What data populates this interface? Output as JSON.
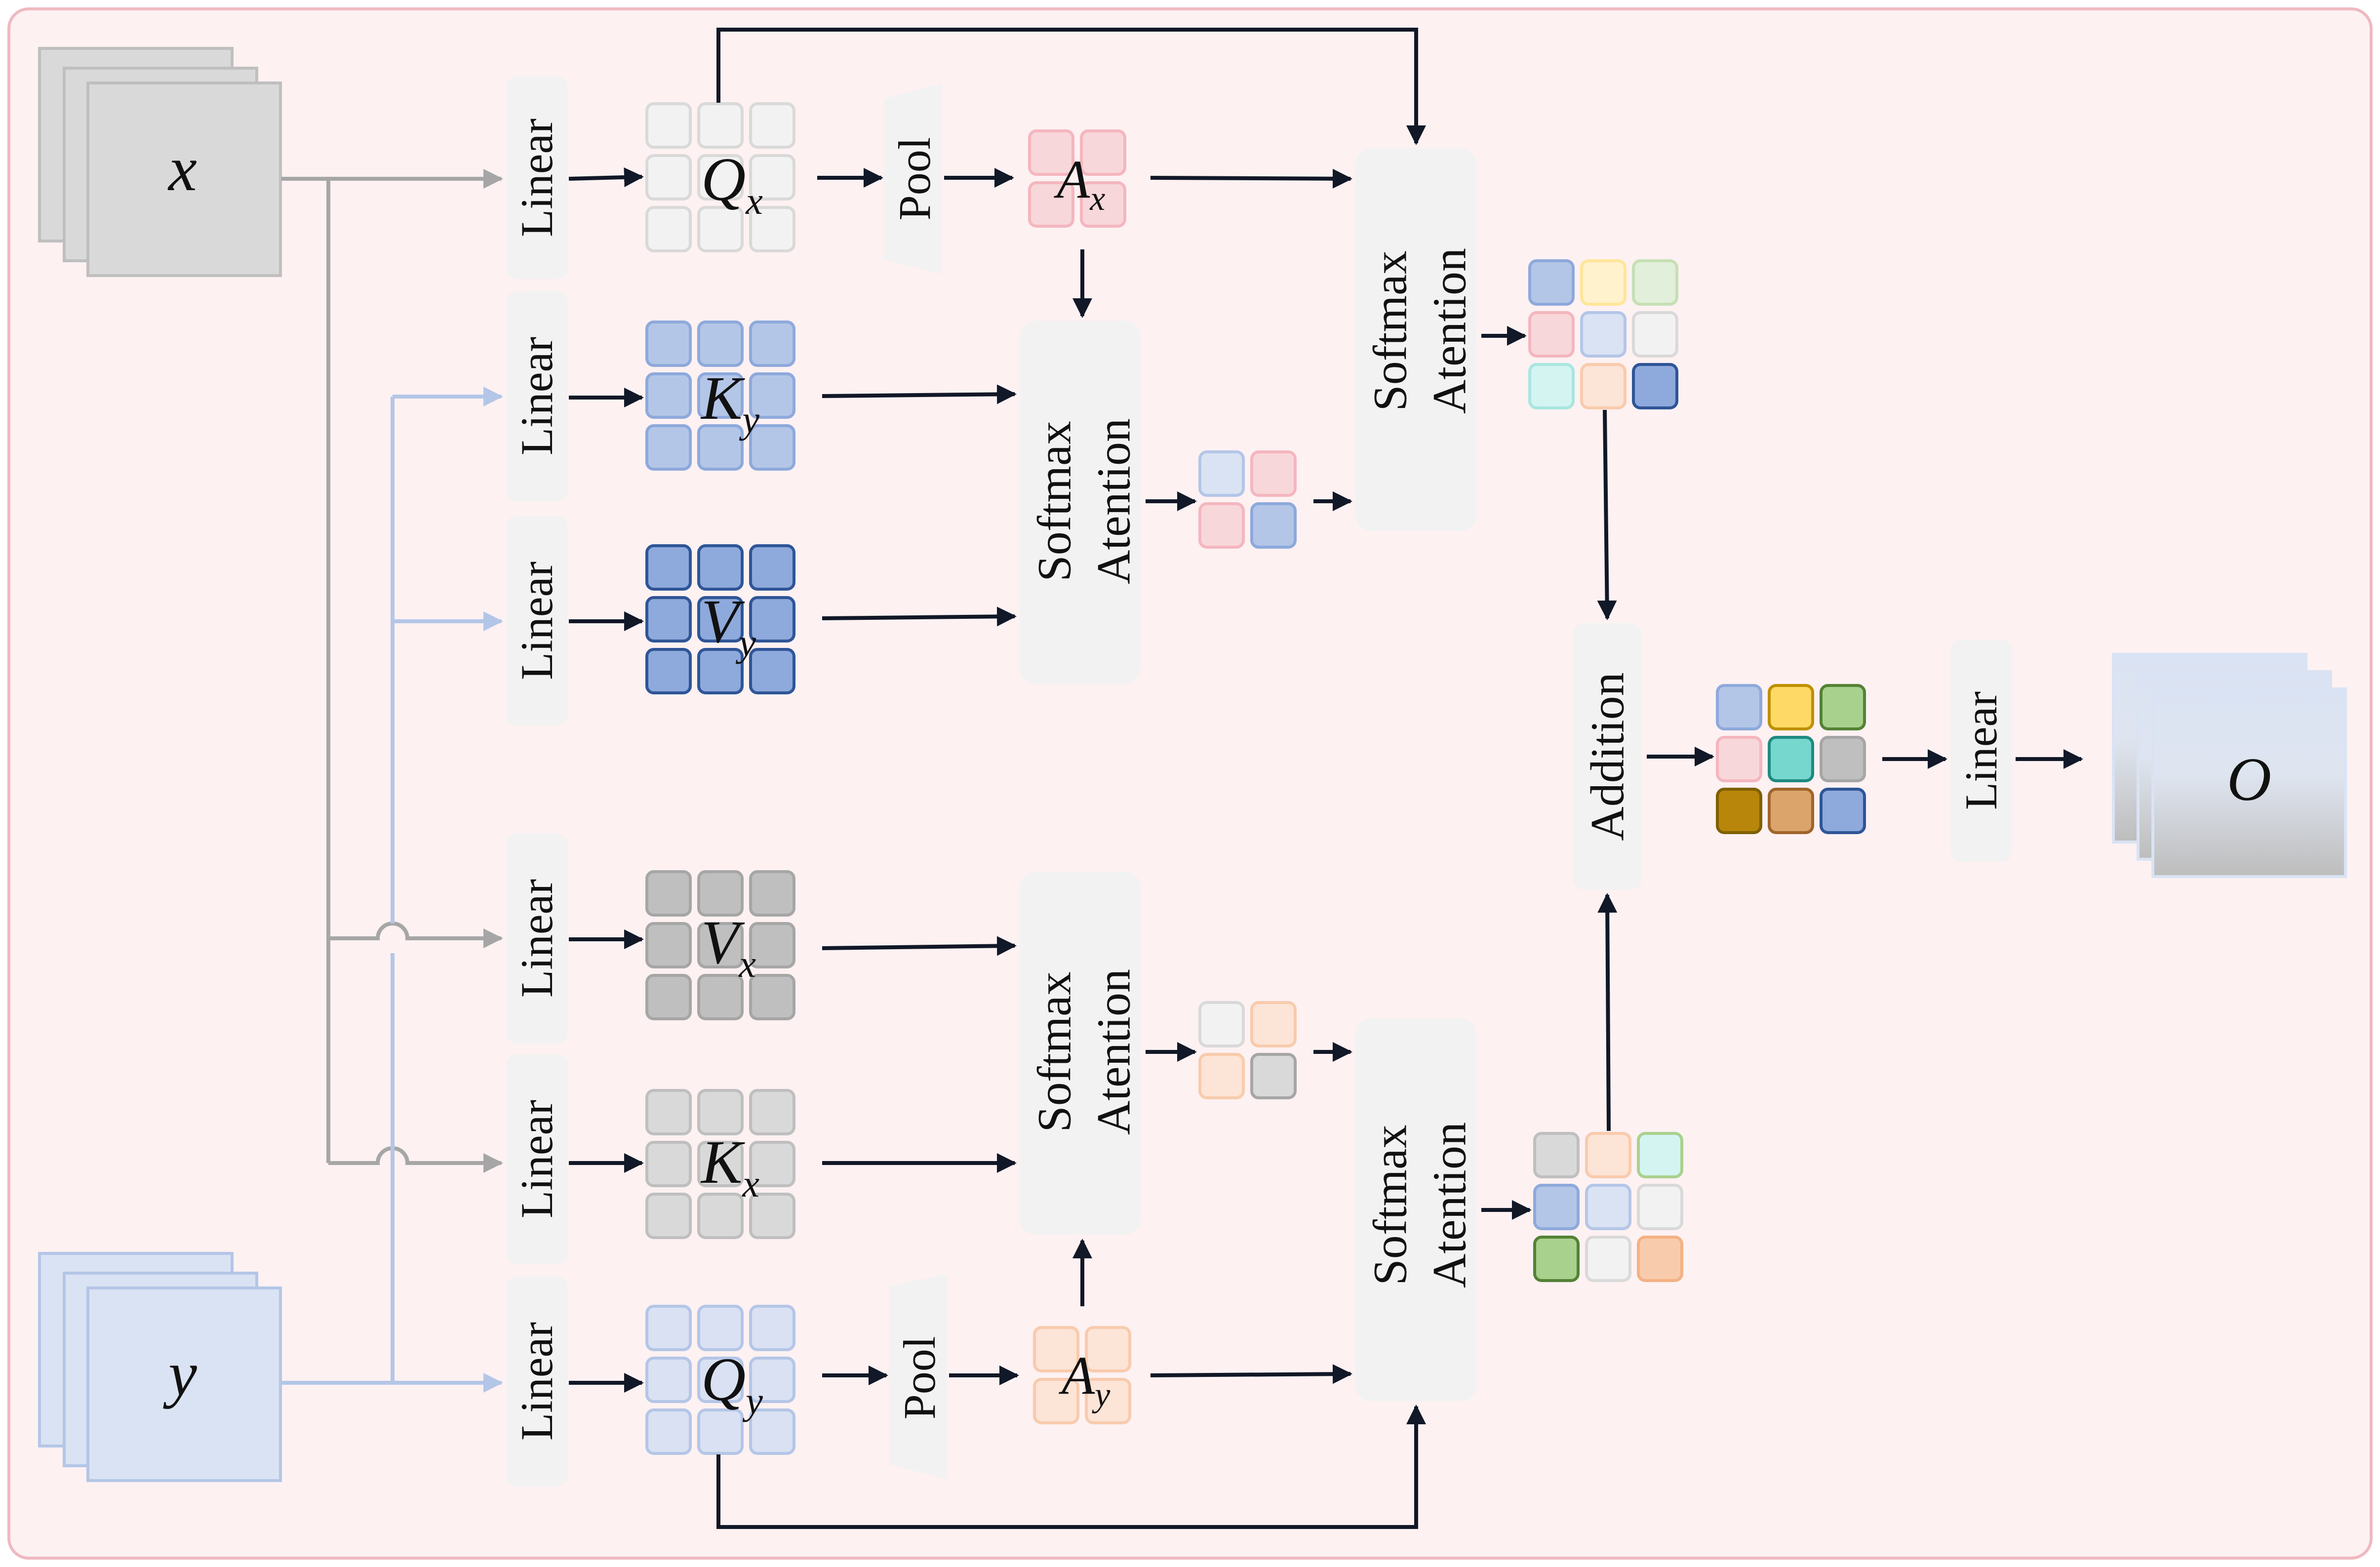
{
  "inputs": {
    "x": "x",
    "y": "y"
  },
  "output": "O",
  "linear_label": "Linear",
  "pool_label": "Pool",
  "attention_line1": "Softmax",
  "attention_line2": "Atention",
  "addition_label": "Addition",
  "tokens": {
    "qx": {
      "main": "Q",
      "sub": "x"
    },
    "ky": {
      "main": "K",
      "sub": "y"
    },
    "vy": {
      "main": "V",
      "sub": "y"
    },
    "vx": {
      "main": "V",
      "sub": "x"
    },
    "kx": {
      "main": "K",
      "sub": "x"
    },
    "qy": {
      "main": "Q",
      "sub": "y"
    },
    "ax": {
      "main": "A",
      "sub": "x"
    },
    "ay": {
      "main": "A",
      "sub": "y"
    }
  },
  "colors": {
    "background": "#fdf1f2",
    "border": "#efb9c0",
    "arrow": "#111827",
    "x_line": "#a6a6a6",
    "y_line": "#b4c6e7",
    "block": "#f2f2f2",
    "q_fill": "#f2f2f2",
    "k_fill": "#b4c6e7",
    "v_fill": "#8ea9db",
    "vx_fill": "#bfbfbf",
    "kx_fill": "#d9d9d9",
    "qy_fill": "#d9e1f2",
    "ax_fill": "#f8d7da",
    "ay_fill": "#fce4d6"
  }
}
